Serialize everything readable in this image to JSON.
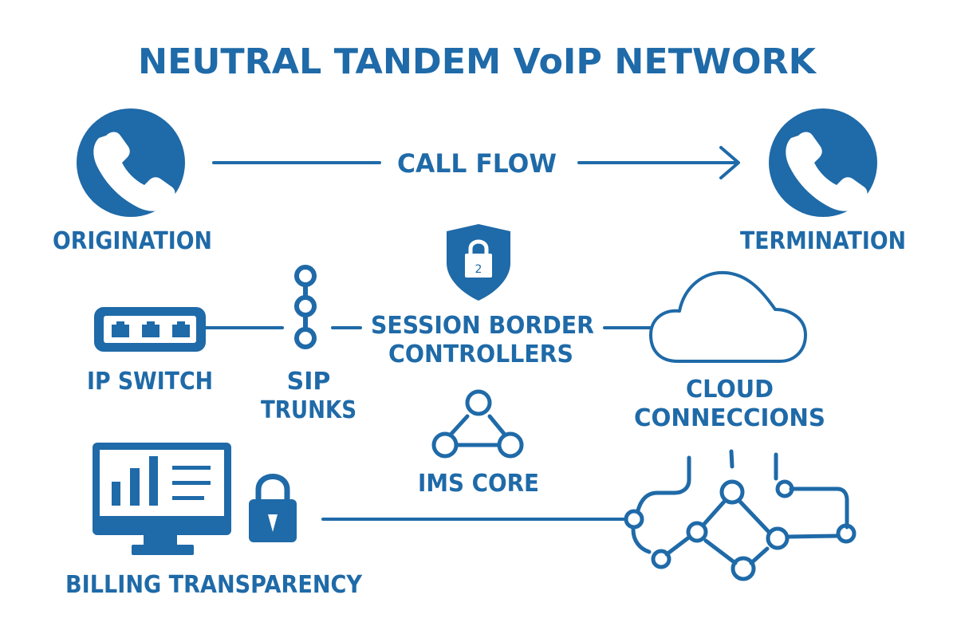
{
  "title": "NEUTRAL TANDEM VoIP NETWORK",
  "colors": {
    "primary": "#1f6aa8",
    "background": "#ffffff"
  },
  "call_flow": {
    "label": "CALL FLOW",
    "origin": {
      "label": "ORIGINATION",
      "icon": "phone-icon"
    },
    "destination": {
      "label": "TERMINATION",
      "icon": "phone-icon"
    }
  },
  "nodes": {
    "ip_switch": {
      "label": "IP SWITCH",
      "icon": "network-switch-icon"
    },
    "sip_trunks": {
      "line1": "SIP",
      "line2": "TRUNKS",
      "icon": "chain-links-icon"
    },
    "sbc": {
      "line1": "SESSION BORDER",
      "line2": "CONTROLLERS",
      "icon": "shield-lock-icon",
      "badge": "2"
    },
    "cloud": {
      "line1": "CLOUD",
      "line2": "CONNECCIONS",
      "icon": "cloud-icon"
    },
    "ims_core": {
      "label": "IMS CORE",
      "icon": "triangle-network-icon"
    },
    "billing": {
      "label": "BILLING TRANSPARENCY",
      "icon": "monitor-chart-icon",
      "secondary_icon": "padlock-icon"
    },
    "mesh": {
      "icon": "mesh-network-icon"
    }
  }
}
